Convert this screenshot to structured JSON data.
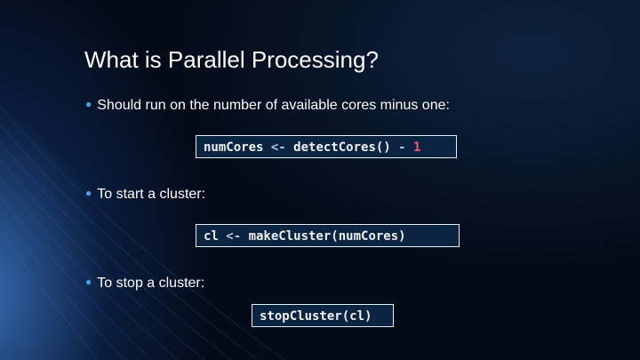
{
  "title": "What is Parallel Processing?",
  "bullets": [
    {
      "text": "Should run on the number of available cores minus one:"
    },
    {
      "text": "To start a cluster:"
    },
    {
      "text": "To stop a cluster:"
    }
  ],
  "code": {
    "line1": {
      "a": "numCores",
      "op1": " <- ",
      "b": "detectCores()",
      "op2": " - ",
      "n": "1"
    },
    "line2": {
      "a": "cl",
      "op1": " <- ",
      "b": "makeCluster(numCores)"
    },
    "line3": {
      "a": "stopCluster(cl)"
    }
  },
  "colors": {
    "bullet": "#3fa6ea",
    "number": "#ff5a7a",
    "code_bg": "#0b2442"
  }
}
